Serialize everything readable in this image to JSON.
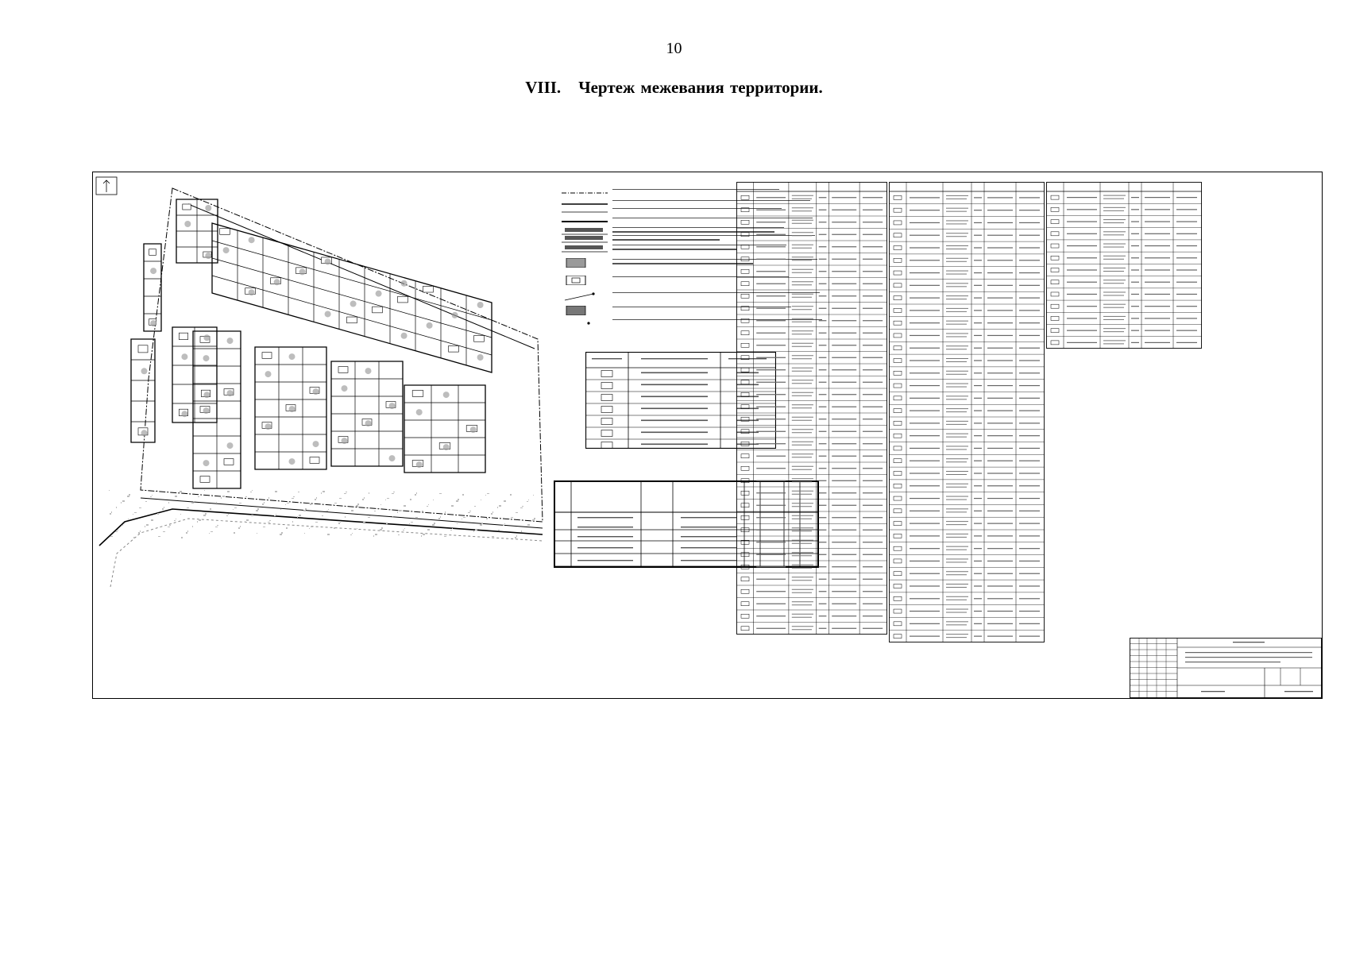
{
  "page": {
    "number": "10",
    "section_numeral": "VIII.",
    "section_title": "Чертеж межевания территории."
  },
  "legend": {
    "rows": [
      {
        "glyph": "dashdot"
      },
      {
        "glyph": "red-line"
      },
      {
        "glyph": "thin-line"
      },
      {
        "glyph": "thick-line"
      },
      {
        "glyph": "code-a"
      },
      {
        "glyph": "code-b"
      },
      {
        "glyph": "code-c"
      },
      {
        "glyph": "hatched"
      },
      {
        "glyph": "box"
      },
      {
        "glyph": "point"
      },
      {
        "glyph": "dark"
      },
      {
        "glyph": "index"
      }
    ]
  },
  "colors": {
    "line": "#000000",
    "hatch": "#9a9a9a",
    "faint": "#bdbdbd"
  }
}
